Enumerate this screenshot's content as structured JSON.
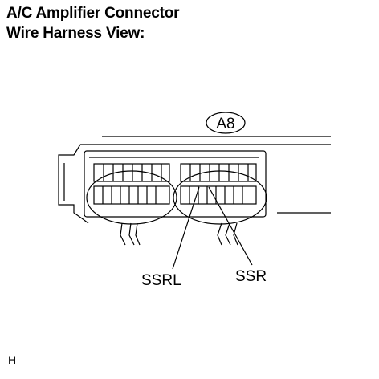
{
  "header": {
    "title_line1": "A/C Amplifier Connector",
    "title_line2": "Wire Harness View:"
  },
  "diagram": {
    "connector_code": "A8",
    "terminal_labels": [
      "SSRL",
      "SSR"
    ]
  },
  "footer": {
    "note": "H"
  }
}
